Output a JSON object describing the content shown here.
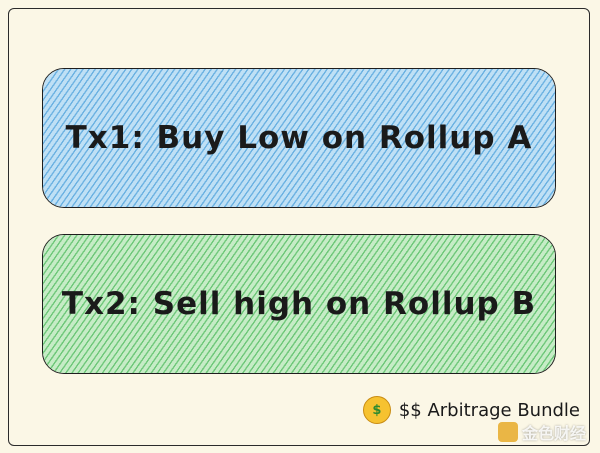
{
  "boxes": [
    {
      "label": "Tx1: Buy Low on Rollup A",
      "fill": "#bfe0f5",
      "hatch_color": "#288cd2"
    },
    {
      "label": "Tx2: Sell high on Rollup B",
      "fill": "#c6ecc6",
      "hatch_color": "#28aa3c"
    }
  ],
  "caption": {
    "text": "$$ Arbitrage Bundle",
    "emoji": "money-mouth-face-icon"
  },
  "watermark": {
    "text": "金色财经"
  }
}
